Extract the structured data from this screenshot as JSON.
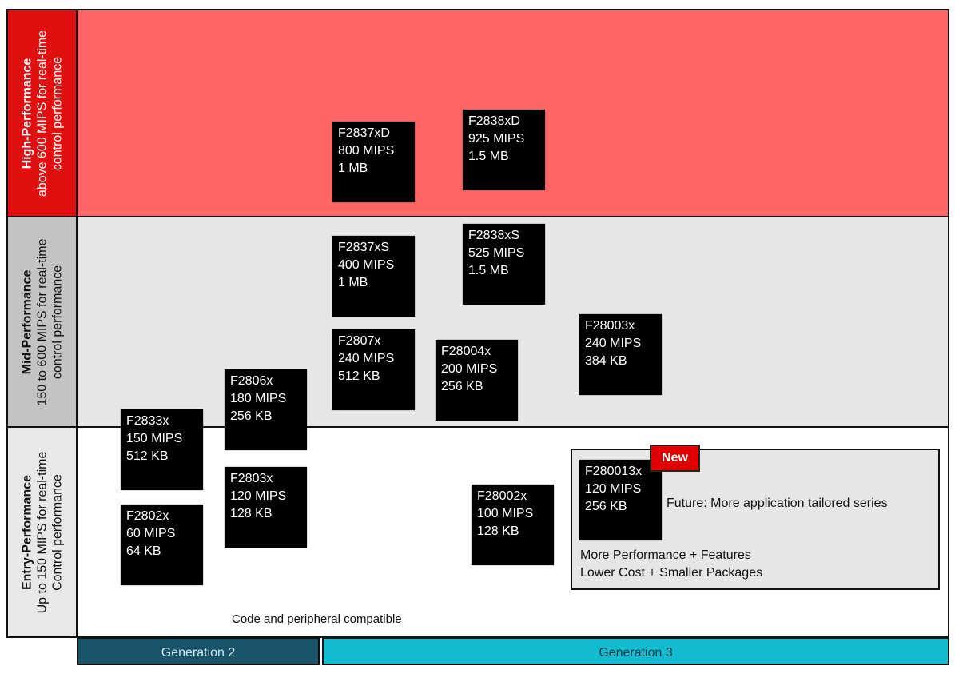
{
  "colors": {
    "high_label_bg": "#e01010",
    "high_area_bg": "#ff6666",
    "mid_label_bg": "#c3c3c3",
    "mid_area_bg": "#e6e6e6",
    "entry_label_bg": "#e8e8e8",
    "entry_area_bg": "#ffffff",
    "chip_bg": "#000000",
    "new_badge": "#e00000",
    "gen2_bg": "#18536a",
    "gen3_bg": "#12bcd0"
  },
  "rows": [
    {
      "id": "high",
      "title": "High-Performance",
      "line1": "above 600 MIPS for real-time",
      "line2": "control performance"
    },
    {
      "id": "mid",
      "title": "Mid-Performance",
      "line1": "150 to 600 MIPS for real-time",
      "line2": "control performance"
    },
    {
      "id": "entry",
      "title": "Entry-Performance",
      "line1": "Up to 150 MIPS for real-time",
      "line2": "Control performance"
    }
  ],
  "chips": [
    {
      "name": "F2837xD",
      "mips": "800 MIPS",
      "memory": "1 MB",
      "tier": "high",
      "generation": "Generation 3"
    },
    {
      "name": "F2838xD",
      "mips": "925 MIPS",
      "memory": "1.5 MB",
      "tier": "high",
      "generation": "Generation 3"
    },
    {
      "name": "F2837xS",
      "mips": "400 MIPS",
      "memory": "1 MB",
      "tier": "mid",
      "generation": "Generation 3"
    },
    {
      "name": "F2838xS",
      "mips": "525 MIPS",
      "memory": "1.5 MB",
      "tier": "mid",
      "generation": "Generation 3"
    },
    {
      "name": "F28003x",
      "mips": "240 MIPS",
      "memory": "384 KB",
      "tier": "mid",
      "generation": "Generation 3"
    },
    {
      "name": "F2807x",
      "mips": "240 MIPS",
      "memory": "512 KB",
      "tier": "mid",
      "generation": "Generation 3"
    },
    {
      "name": "F28004x",
      "mips": "200 MIPS",
      "memory": "256 KB",
      "tier": "mid",
      "generation": "Generation 3"
    },
    {
      "name": "F2806x",
      "mips": "180 MIPS",
      "memory": "256 KB",
      "tier": "mid",
      "generation": "Generation 2"
    },
    {
      "name": "F2833x",
      "mips": "150 MIPS",
      "memory": "512 KB",
      "tier": "entry",
      "generation": "Generation 2"
    },
    {
      "name": "F2803x",
      "mips": "120 MIPS",
      "memory": "128 KB",
      "tier": "entry",
      "generation": "Generation 2"
    },
    {
      "name": "F2802x",
      "mips": "60 MIPS",
      "memory": "64 KB",
      "tier": "entry",
      "generation": "Generation 2"
    },
    {
      "name": "F28002x",
      "mips": "100 MIPS",
      "memory": "128 KB",
      "tier": "entry",
      "generation": "Generation 3"
    },
    {
      "name": "F280013x",
      "mips": "120 MIPS",
      "memory": "256 KB",
      "tier": "entry",
      "generation": "Generation 3"
    }
  ],
  "future_box": {
    "badge": "New",
    "future_text": "Future: More application tailored series",
    "line1": "More Performance + Features",
    "line2": "Lower Cost + Smaller Packages"
  },
  "compat_note": "Code and peripheral compatible",
  "generations": [
    {
      "label": "Generation 2"
    },
    {
      "label": "Generation 3"
    }
  ]
}
